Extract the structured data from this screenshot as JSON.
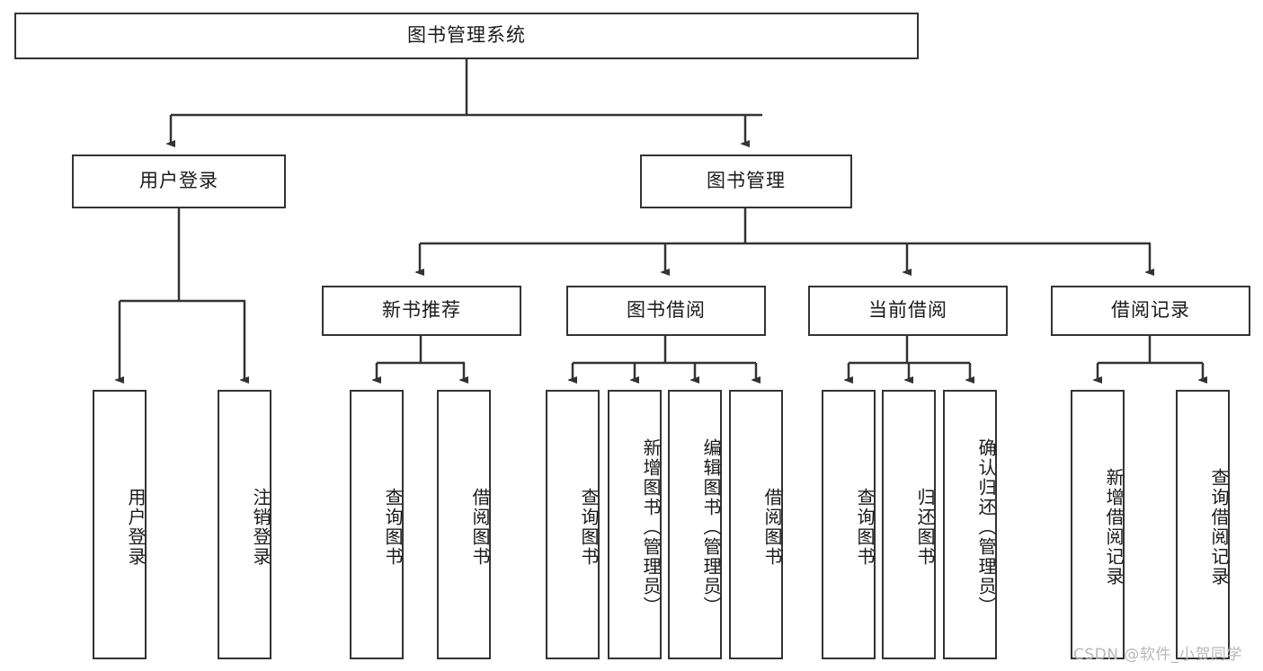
{
  "diagram": {
    "title_node": {
      "label": "图书管理系统"
    },
    "level1": [
      {
        "label": "用户登录"
      },
      {
        "label": "图书管理"
      }
    ],
    "level2": [
      {
        "label": "新书推荐"
      },
      {
        "label": "图书借阅"
      },
      {
        "label": "当前借阅"
      },
      {
        "label": "借阅记录"
      }
    ],
    "leaves": {
      "user_login": [
        {
          "label": "用户登录"
        },
        {
          "label": "注销登录"
        }
      ],
      "new_book_recommend": [
        {
          "label": "查询图书"
        },
        {
          "label": "借阅图书"
        }
      ],
      "book_borrow": [
        {
          "label": "查询图书"
        },
        {
          "label": "新增图书（管理员）"
        },
        {
          "label": "编辑图书（管理员）"
        },
        {
          "label": "借阅图书"
        }
      ],
      "current_borrow": [
        {
          "label": "查询图书"
        },
        {
          "label": "归还图书"
        },
        {
          "label": "确认归还（管理员）"
        }
      ],
      "borrow_record": [
        {
          "label": "新增借阅记录"
        },
        {
          "label": "查询借阅记录"
        }
      ]
    }
  },
  "watermark": {
    "text": "CSDN @软件_小贺同学"
  },
  "colors": {
    "stroke": "#333333",
    "background": "#ffffff",
    "text": "#1a1a1a",
    "watermark": "#b9b9b9"
  }
}
